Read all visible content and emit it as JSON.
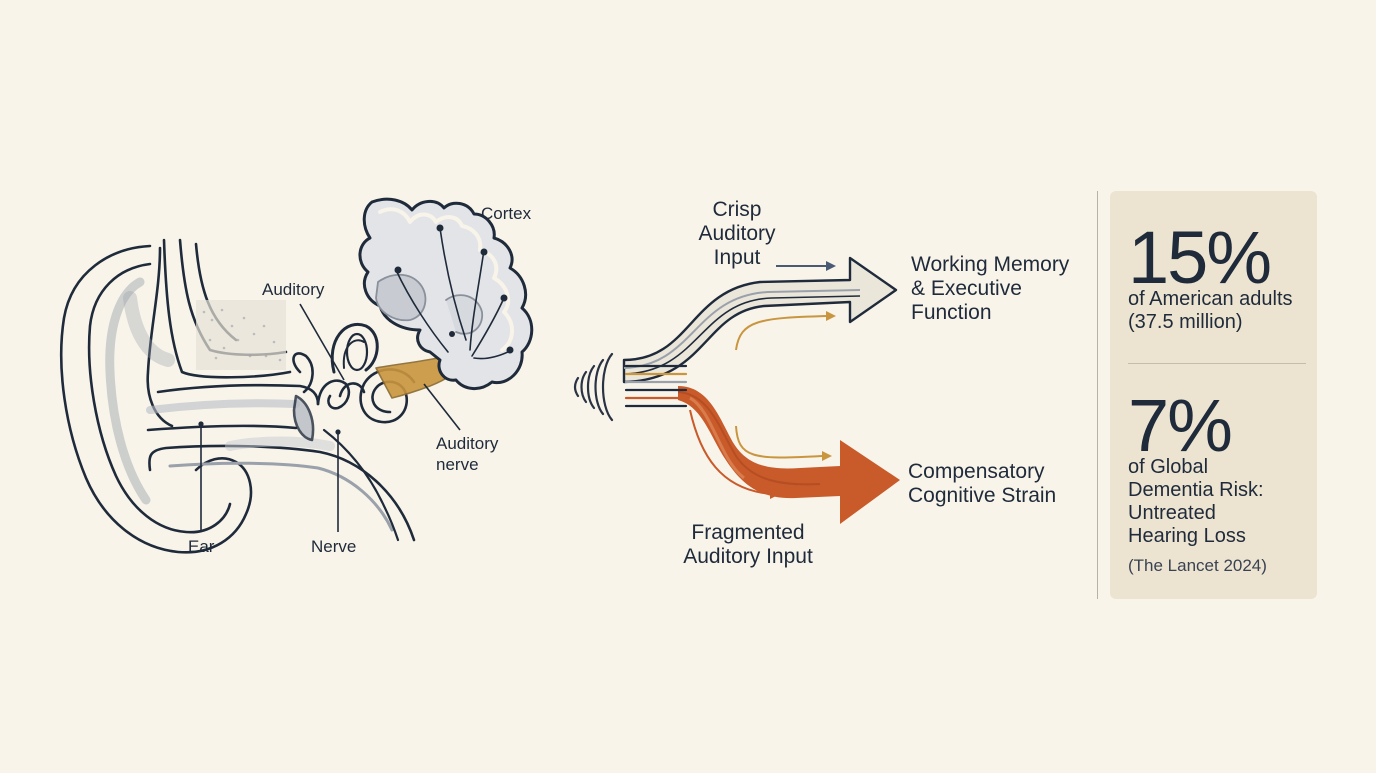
{
  "labels": {
    "cortex": "Cortex",
    "auditory": "Auditory",
    "auditory_nerve_1": "Auditory",
    "auditory_nerve_2": "nerve",
    "ear": "Ear",
    "nerve": "Nerve",
    "crisp_1": "Crisp",
    "crisp_2": "Auditory",
    "crisp_3": "Input",
    "working_1": "Working Memory",
    "working_2": "& Executive",
    "working_3": "Function",
    "comp_1": "Compensatory",
    "comp_2": "Cognitive Strain",
    "frag_1": "Fragmented",
    "frag_2": "Auditory Input"
  },
  "stats": {
    "stat1_value": "15%",
    "stat1_desc_1": "of American adults",
    "stat1_desc_2": "(37.5 million)",
    "stat2_value": "7%",
    "stat2_desc_1": "of Global",
    "stat2_desc_2": "Dementia Risk:",
    "stat2_desc_3": "Untreated",
    "stat2_desc_4": "Hearing Loss",
    "stat2_source": "(The Lancet 2024)"
  },
  "colors": {
    "background": "#f8f4ea",
    "ink": "#1f2a3a",
    "strain_orange": "#c95a2a",
    "gold": "#c9953e",
    "slate_arrow": "#4a5a72",
    "panel": "#ece4d1"
  }
}
